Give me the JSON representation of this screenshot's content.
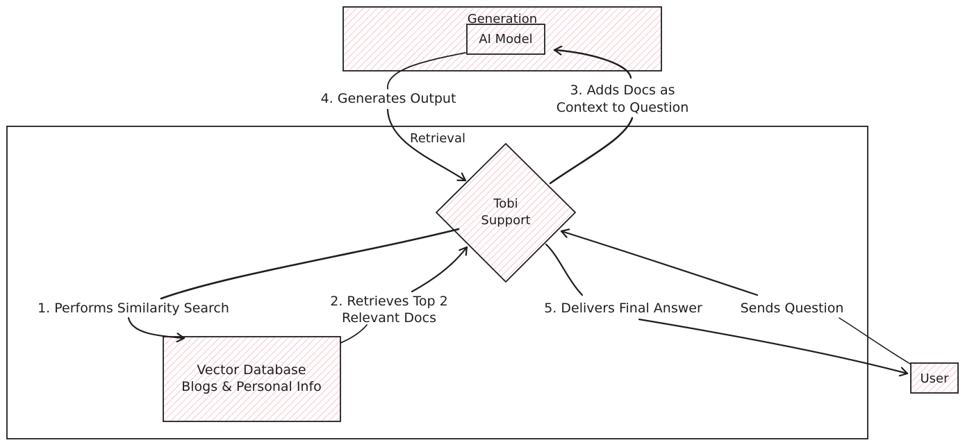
{
  "groups": {
    "generation": "Generation",
    "retrieval": "Retrieval"
  },
  "nodes": {
    "ai_model": "AI Model",
    "tobi_support": [
      "Tobi",
      "Support"
    ],
    "vector_db": [
      "Vector Database",
      "Blogs & Personal Info"
    ],
    "user": "User"
  },
  "edges": {
    "step1": "1. Performs Similarity Search",
    "step2": [
      "2. Retrieves Top 2",
      "Relevant Docs"
    ],
    "step3": [
      "3. Adds Docs as",
      "Context to Question"
    ],
    "step4": "4. Generates Output",
    "step5": "5. Delivers Final Answer",
    "sends_question": "Sends Question"
  },
  "colors": {
    "stroke": "#1e1e1e",
    "hatch": "#f4a3b4",
    "background": "#ffffff"
  }
}
